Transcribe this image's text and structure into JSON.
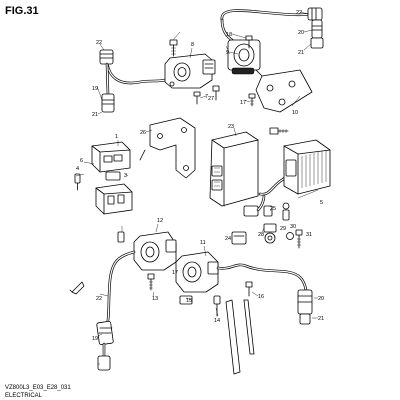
{
  "figure": {
    "title": "FIG.31",
    "model_code": "VZ800L3_E03_E28_031",
    "section": "ELECTRICAL"
  },
  "callouts": [
    {
      "id": "c1",
      "label": "1"
    },
    {
      "id": "c3",
      "label": "3"
    },
    {
      "id": "c4",
      "label": "4"
    },
    {
      "id": "c5",
      "label": "5"
    },
    {
      "id": "c6",
      "label": "6"
    },
    {
      "id": "c7",
      "label": "7"
    },
    {
      "id": "c8",
      "label": "8"
    },
    {
      "id": "c9",
      "label": "9"
    },
    {
      "id": "c10",
      "label": "10"
    },
    {
      "id": "c11",
      "label": "11"
    },
    {
      "id": "c12",
      "label": "12"
    },
    {
      "id": "c13",
      "label": "13"
    },
    {
      "id": "c14",
      "label": "14"
    },
    {
      "id": "c15",
      "label": "15"
    },
    {
      "id": "c16",
      "label": "16"
    },
    {
      "id": "c17a",
      "label": "17"
    },
    {
      "id": "c17b",
      "label": "17"
    },
    {
      "id": "c18",
      "label": "18"
    },
    {
      "id": "c19a",
      "label": "19"
    },
    {
      "id": "c19b",
      "label": "19"
    },
    {
      "id": "c20a",
      "label": "20"
    },
    {
      "id": "c20b",
      "label": "20"
    },
    {
      "id": "c21a",
      "label": "21"
    },
    {
      "id": "c21b",
      "label": "21"
    },
    {
      "id": "c21c",
      "label": "21"
    },
    {
      "id": "c22a",
      "label": "22"
    },
    {
      "id": "c22b",
      "label": "22"
    },
    {
      "id": "c22c",
      "label": "22"
    },
    {
      "id": "c23",
      "label": "23"
    },
    {
      "id": "c24",
      "label": "24"
    },
    {
      "id": "c25",
      "label": "25"
    },
    {
      "id": "c26",
      "label": "26"
    },
    {
      "id": "c27",
      "label": "27"
    },
    {
      "id": "c28",
      "label": "28"
    },
    {
      "id": "c29",
      "label": "29"
    },
    {
      "id": "c30",
      "label": "30"
    },
    {
      "id": "c31",
      "label": "31"
    }
  ]
}
